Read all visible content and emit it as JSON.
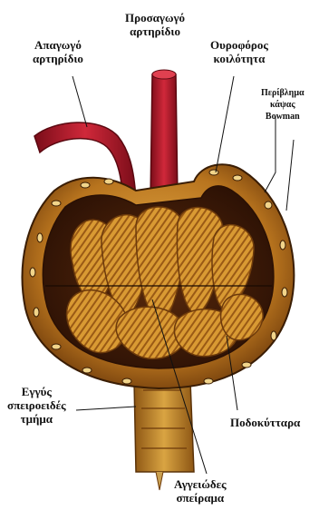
{
  "labels": {
    "afferent": [
      "Προσαγωγό",
      "αρτηρίδιο"
    ],
    "efferent": [
      "Απαγωγό",
      "αρτηρίδιο"
    ],
    "urinary_space": [
      "Ουροφόρος",
      "κοιλότητα"
    ],
    "bowman_capsule": [
      "Περίβλημα",
      "κάψας",
      "Bowman"
    ],
    "proximal_tubule": [
      "Εγγύς",
      "σπειροειδές",
      "τμήμα"
    ],
    "podocytes": [
      "Ποδοκύτταρα"
    ],
    "glomerulus": [
      "Αγγειώδες",
      "σπείραμα"
    ]
  },
  "colors": {
    "artery": "#b0182a",
    "capsule": "#c98a2a",
    "glomerulus": "#d99a33",
    "cavity": "#3a1806"
  }
}
